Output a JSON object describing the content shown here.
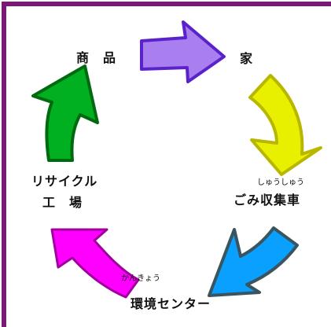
{
  "title": "",
  "colors": {
    "border": "#7a1a72",
    "arrow_purple": "#a97ff0",
    "arrow_yellow": "#e8f000",
    "arrow_blue": "#0aa0ff",
    "arrow_magenta": "#ff00ff",
    "arrow_green": "#00b020"
  },
  "nodes": {
    "product": "商　品",
    "home": "家",
    "garbage_collection": "ごみ収集車",
    "garbage_collection_ruby": "しゅうしゅう",
    "env_center": "環境センター",
    "env_center_ruby": "かんきょう",
    "recycle_factory_line1": "リサイクル",
    "recycle_factory_line2": "工　場"
  }
}
